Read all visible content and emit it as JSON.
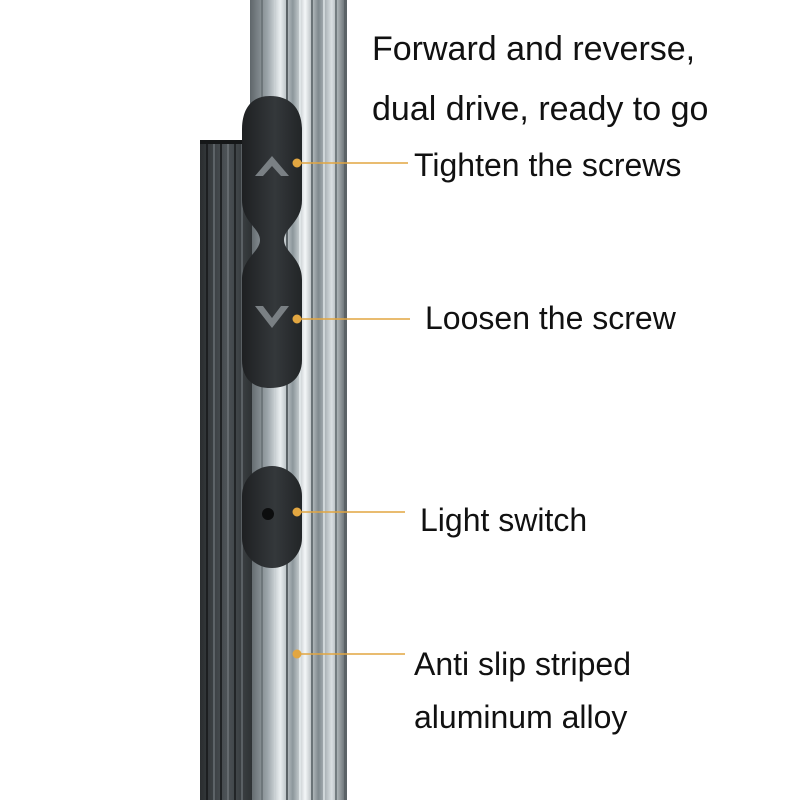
{
  "headline": {
    "line1": "Forward and reverse,",
    "line2": "dual drive, ready to go"
  },
  "callouts": {
    "tighten": "Tighten the screws",
    "loosen": "Loosen the screw",
    "light": "Light switch",
    "material_line1": "Anti slip striped",
    "material_line2": "aluminum alloy"
  },
  "icons": {
    "tighten_button": "chevron-up-icon",
    "loosen_button": "chevron-down-icon",
    "light_switch": "dot-icon"
  },
  "colors": {
    "callout_line": "#e2a641",
    "button": "#2a2d2f",
    "dark_stripe": "#3b3f42",
    "background": "#ffffff"
  }
}
